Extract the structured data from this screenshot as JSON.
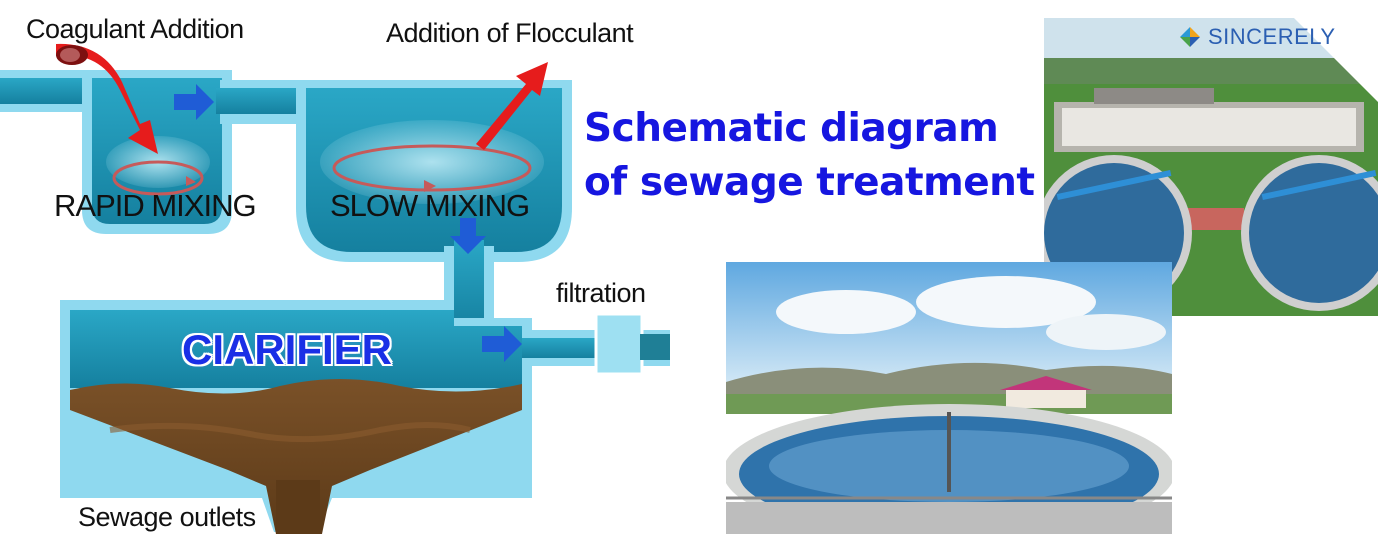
{
  "diagram": {
    "labels": {
      "coagulant": "Coagulant Addition",
      "flocculant": "Addition of Flocculant",
      "rapid_mixing": "RAPID MIXING",
      "slow_mixing": "SLOW MIXING",
      "clarifier": "CIARIFIER",
      "filtration": "filtration",
      "outlets": "Sewage outlets"
    },
    "caption": {
      "line1": "Schematic diagram",
      "line2": "of sewage treatment"
    }
  },
  "photos": {
    "aerial": "aerial-view-circular-clarifiers",
    "ground": "ground-view-circular-clarifier"
  },
  "brand": {
    "name": "SINCERELY"
  },
  "colors": {
    "water": "#1f9ab9",
    "water_deep": "#16809e",
    "tank_border": "#8fd9ef",
    "sludge": "#6b4722",
    "flow_arrow": "#1f5cd6",
    "chemical_arrow": "#e61c1c",
    "caption": "#1616e0"
  }
}
